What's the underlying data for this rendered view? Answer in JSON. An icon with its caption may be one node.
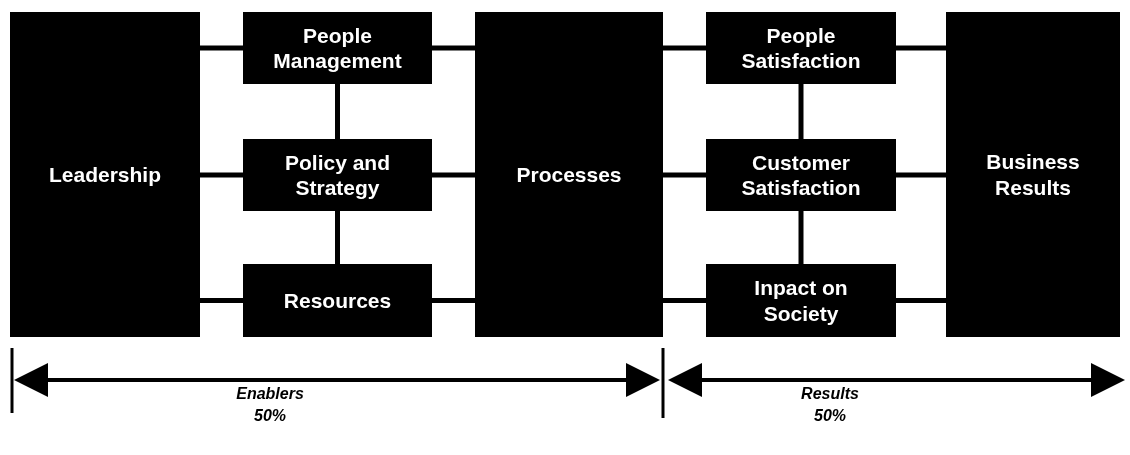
{
  "diagram": {
    "nodes": [
      {
        "text": [
          "Leadership"
        ]
      },
      {
        "text": [
          "People Management"
        ]
      },
      {
        "text": [
          "Policy and Strategy"
        ]
      },
      {
        "text": [
          "Resources"
        ]
      },
      {
        "text": [
          "Processes"
        ]
      },
      {
        "text": [
          "People Satisfaction"
        ]
      },
      {
        "text": [
          "Customer Satisfaction"
        ]
      },
      {
        "text": [
          "Inpact on Society"
        ]
      },
      {
        "text": [
          "Business Results"
        ]
      }
    ],
    "edges": [
      {
        "from": 0,
        "to": 1,
        "arrow": "none"
      },
      {
        "from": 0,
        "to": 2,
        "arrow": "none"
      },
      {
        "from": 0,
        "to": 3,
        "arrow": "none"
      },
      {
        "from": 1,
        "to": 2,
        "arrow": "none"
      },
      {
        "from": 2,
        "to": 3,
        "arrow": "none"
      },
      {
        "from": 1,
        "to": 4,
        "arrow": "none"
      },
      {
        "from": 2,
        "to": 4,
        "arrow": "none"
      },
      {
        "from": 3,
        "to": 4,
        "arrow": "none"
      },
      {
        "from": 4,
        "to": 5,
        "arrow": "none"
      },
      {
        "from": 4,
        "to": 6,
        "arrow": "none"
      },
      {
        "from": 4,
        "to": 7,
        "arrow": "none"
      },
      {
        "from": 5,
        "to": 6,
        "arrow": "none"
      },
      {
        "from": 6,
        "to": 7,
        "arrow": "none"
      },
      {
        "from": 5,
        "to": 8,
        "arrow": "none"
      },
      {
        "from": 6,
        "to": 8,
        "arrow": "none"
      },
      {
        "from": 7,
        "to": 8,
        "arrow": "none"
      }
    ],
    "labels": [
      "Enablers 50%",
      "Results 50%"
    ]
  }
}
